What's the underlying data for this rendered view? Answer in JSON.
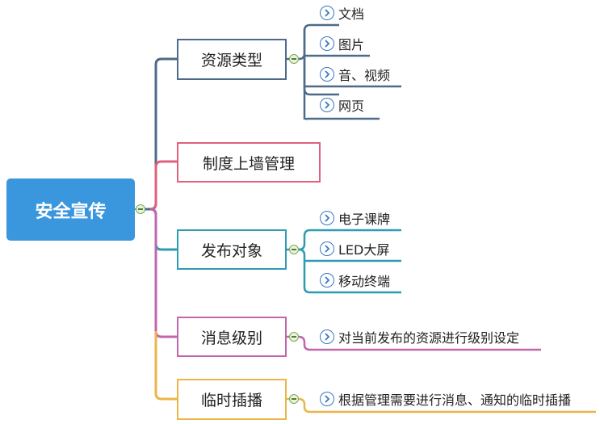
{
  "root": {
    "label": "安全宣传"
  },
  "branches": [
    {
      "label": "资源类型",
      "color": "#4d6a8a",
      "leaves": [
        "文档",
        "图片",
        "音、视频",
        "网页"
      ]
    },
    {
      "label": "制度上墙管理",
      "color": "#e0607e",
      "leaves": []
    },
    {
      "label": "发布对象",
      "color": "#2e9bb2",
      "leaves": [
        "电子课牌",
        "LED大屏",
        "移动终端"
      ]
    },
    {
      "label": "消息级别",
      "color": "#c066ad",
      "leaves": [
        "对当前发布的资源进行级别设定"
      ]
    },
    {
      "label": "临时插播",
      "color": "#eab649",
      "leaves": [
        "根据管理需要进行消息、通知的临时插播"
      ]
    }
  ],
  "icons": {
    "leaf_marker": "chevron-circle-icon",
    "collapse": "collapse-minus-icon"
  }
}
